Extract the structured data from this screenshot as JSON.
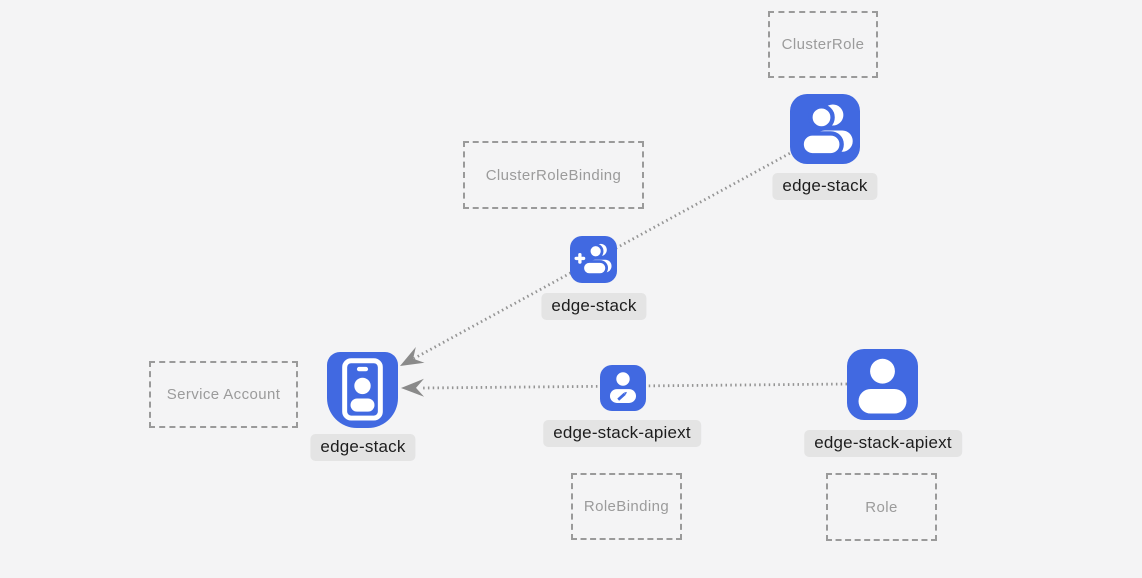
{
  "diagram": {
    "title": "kubernetes-rbac-diagram",
    "colors": {
      "background": "#f4f4f5",
      "node_blue": "#4169e1",
      "glyph_white": "#ffffff",
      "label_background": "#e4e4e4",
      "label_text": "#1d1d1d",
      "type_box_border": "#9a9a9a",
      "type_box_text": "#9b9b9b",
      "edge_line": "#949494",
      "arrow_head": "#8a8a8a"
    },
    "type_boxes": {
      "cluster_role": {
        "label": "ClusterRole"
      },
      "cluster_role_binding": {
        "label": "ClusterRoleBinding"
      },
      "service_account": {
        "label": "Service Account"
      },
      "role_binding": {
        "label": "RoleBinding"
      },
      "role": {
        "label": "Role"
      }
    },
    "nodes": {
      "cluster_role": {
        "label": "edge-stack",
        "type": "ClusterRole",
        "icon": "users-icon"
      },
      "cluster_role_binding": {
        "label": "edge-stack",
        "type": "ClusterRoleBinding",
        "icon": "user-plus-icon"
      },
      "service_account": {
        "label": "edge-stack",
        "type": "Service Account",
        "icon": "id-badge-icon"
      },
      "role_binding": {
        "label": "edge-stack-apiext",
        "type": "RoleBinding",
        "icon": "user-edit-icon"
      },
      "role": {
        "label": "edge-stack-apiext",
        "type": "Role",
        "icon": "user-icon"
      }
    },
    "edges": [
      {
        "from": "cluster_role",
        "via": "cluster_role_binding",
        "to": "service_account",
        "style": "dotted-arrow"
      },
      {
        "from": "role",
        "via": "role_binding",
        "to": "service_account",
        "style": "dotted-arrow"
      }
    ]
  }
}
